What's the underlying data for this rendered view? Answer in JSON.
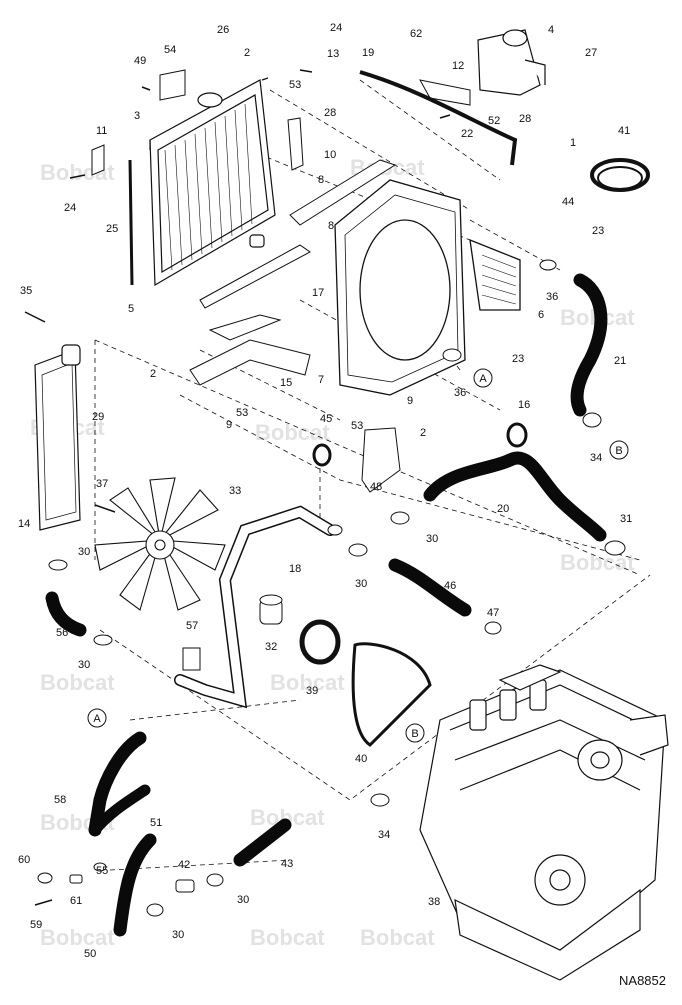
{
  "diagram": {
    "drawing_number": "NA8852",
    "watermark_text": "Bobcat",
    "callouts": [
      "A",
      "B"
    ],
    "part_numbers": [
      "1",
      "2",
      "3",
      "4",
      "5",
      "6",
      "7",
      "8",
      "9",
      "10",
      "11",
      "12",
      "13",
      "14",
      "15",
      "16",
      "17",
      "18",
      "19",
      "20",
      "21",
      "22",
      "23",
      "24",
      "25",
      "26",
      "27",
      "28",
      "29",
      "30",
      "31",
      "32",
      "33",
      "34",
      "35",
      "36",
      "37",
      "38",
      "39",
      "40",
      "41",
      "42",
      "43",
      "44",
      "45",
      "46",
      "47",
      "48",
      "49",
      "50",
      "51",
      "52",
      "53",
      "54",
      "55",
      "56",
      "57",
      "58",
      "59",
      "60",
      "61",
      "62"
    ],
    "colors": {
      "line": "#111111",
      "hose": "#0a0a0a",
      "watermark": "#e2e2e2",
      "background": "#ffffff"
    }
  }
}
